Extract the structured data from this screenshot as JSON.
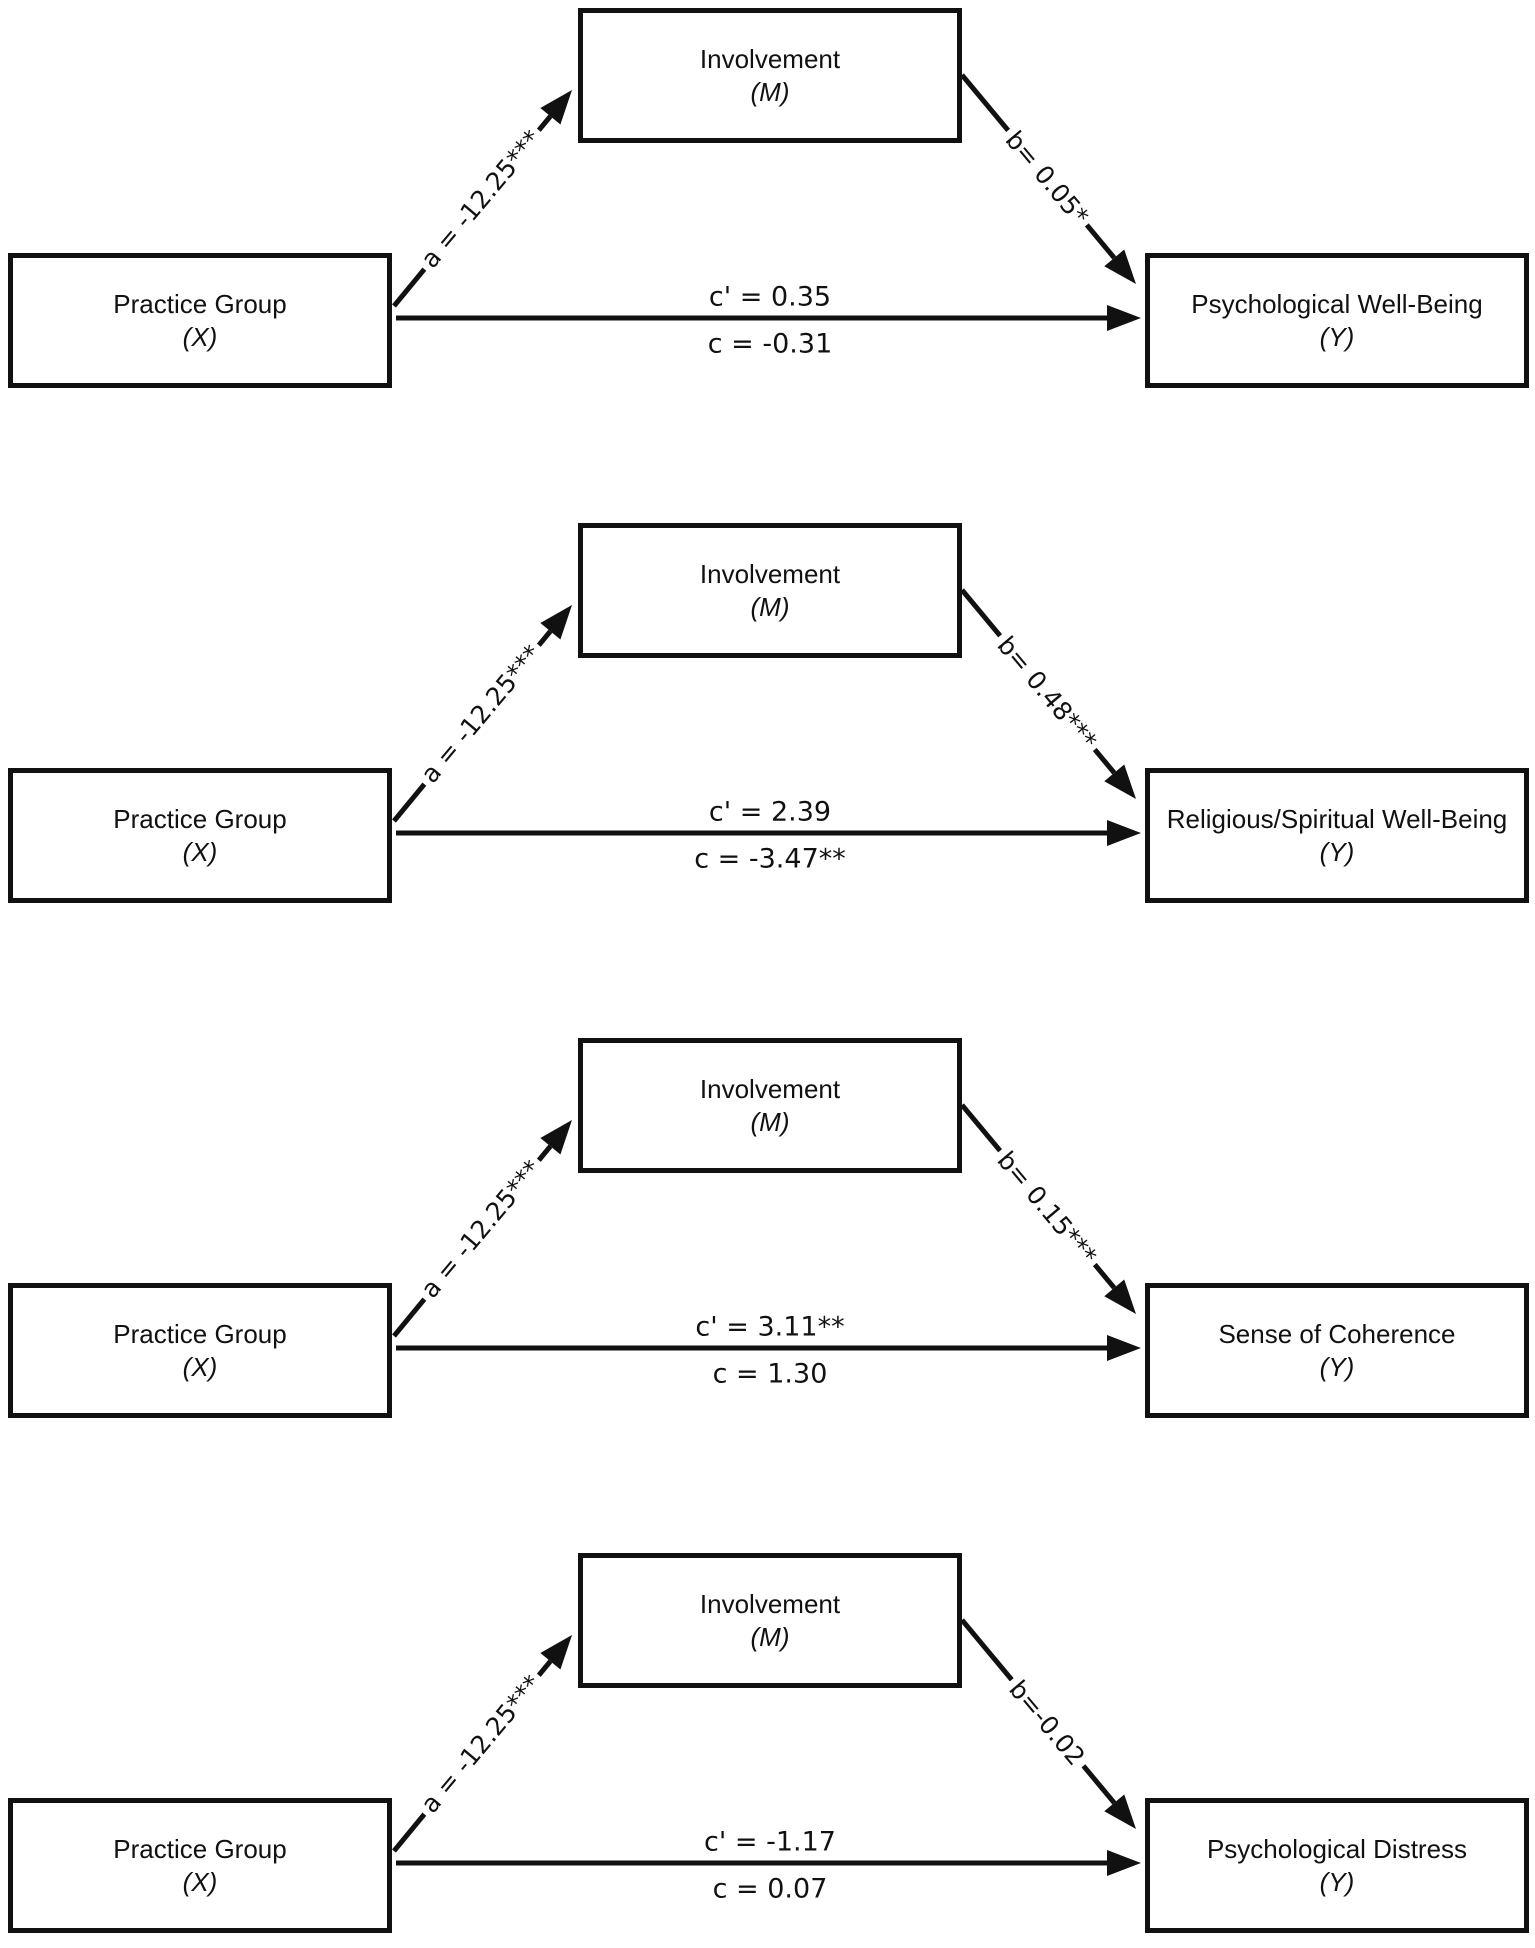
{
  "figure": {
    "mediator_label": "Involvement",
    "mediator_symbol": "(M)",
    "predictor_label": "Practice Group",
    "predictor_symbol": "(X)",
    "outcome_symbol": "(Y)",
    "models": [
      {
        "outcome": "Psychological Well-Being",
        "a_label": "a = -12.25***",
        "b_label": "b= 0.05*",
        "c_prime_label": "c' = 0.35",
        "c_label": "c = -0.31"
      },
      {
        "outcome": "Religious/Spiritual Well-Being",
        "a_label": "a = -12.25***",
        "b_label": "b= 0.48***",
        "c_prime_label": "c' = 2.39",
        "c_label": "c = -3.47**"
      },
      {
        "outcome": "Sense of Coherence",
        "a_label": "a = -12.25***",
        "b_label": "b= 0.15***",
        "c_prime_label": "c' = 3.11**",
        "c_label": "c = 1.30"
      },
      {
        "outcome": "Psychological Distress",
        "a_label": "a = -12.25***",
        "b_label": "b=-0.02",
        "c_prime_label": "c' = -1.17",
        "c_label": "c = 0.07"
      }
    ]
  },
  "colors": {
    "line": "#111111",
    "box_border": "#111111",
    "text": "#111111",
    "background": "#ffffff"
  }
}
